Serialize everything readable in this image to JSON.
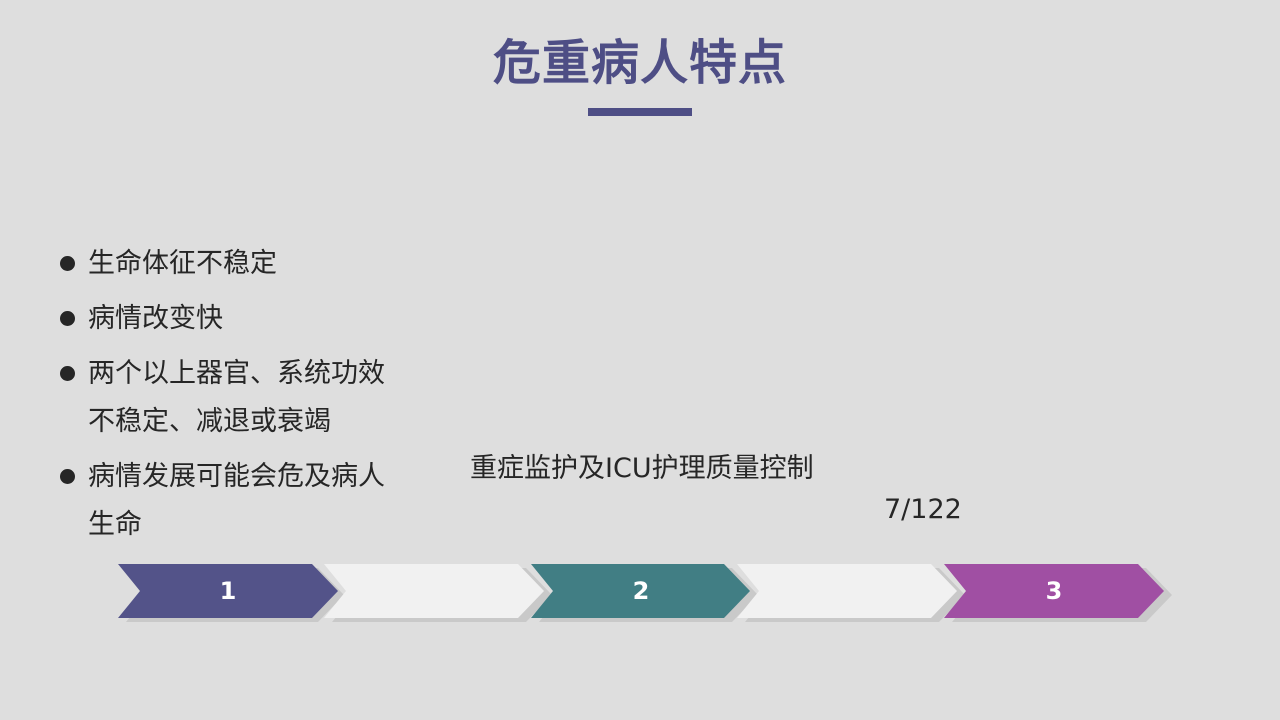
{
  "slide": {
    "title": "危重病人特点",
    "bullets": [
      "生命体征不稳定",
      "病情改变快",
      "两个以上器官、系统功效不稳定、减退或衰竭",
      "病情发展可能会危及病人生命"
    ],
    "footer_text": "重症监护及ICU护理质量控制",
    "page_number": "7/122"
  },
  "process": {
    "steps": [
      {
        "label": "1",
        "color": "#535389"
      },
      {
        "label": "",
        "color": "#f1f1f1"
      },
      {
        "label": "2",
        "color": "#417e84"
      },
      {
        "label": "",
        "color": "#f1f1f1"
      },
      {
        "label": "3",
        "color": "#a04fa3"
      }
    ]
  },
  "colors": {
    "title": "#4e4e85",
    "background": "#dedede",
    "text": "#262626"
  }
}
